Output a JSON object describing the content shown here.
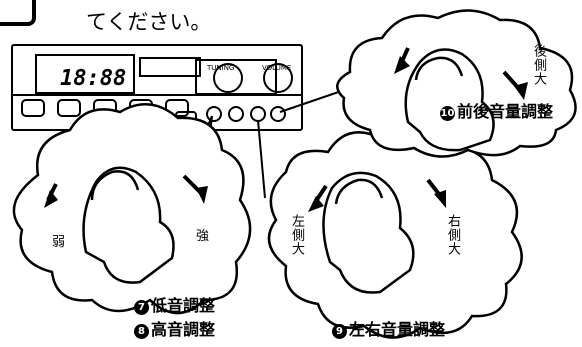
{
  "intro_text": "てください。",
  "device": {
    "display_text": "18:88",
    "tuning_label": "TUNING",
    "volume_label": "VOLUME"
  },
  "left_bubble": {
    "weak": "弱",
    "strong": "強"
  },
  "middle_bubble": {
    "left_side": "左側大",
    "right_side": "右側大"
  },
  "right_bubble": {
    "rear_side": "後側大"
  },
  "captions": {
    "bass": {
      "number": "7",
      "text": "低音調整"
    },
    "treble": {
      "number": "8",
      "text": "高音調整"
    },
    "balance": {
      "number": "9",
      "text": "左右音量調整"
    },
    "fader": {
      "number": "10",
      "text": "前後音量調整"
    }
  }
}
